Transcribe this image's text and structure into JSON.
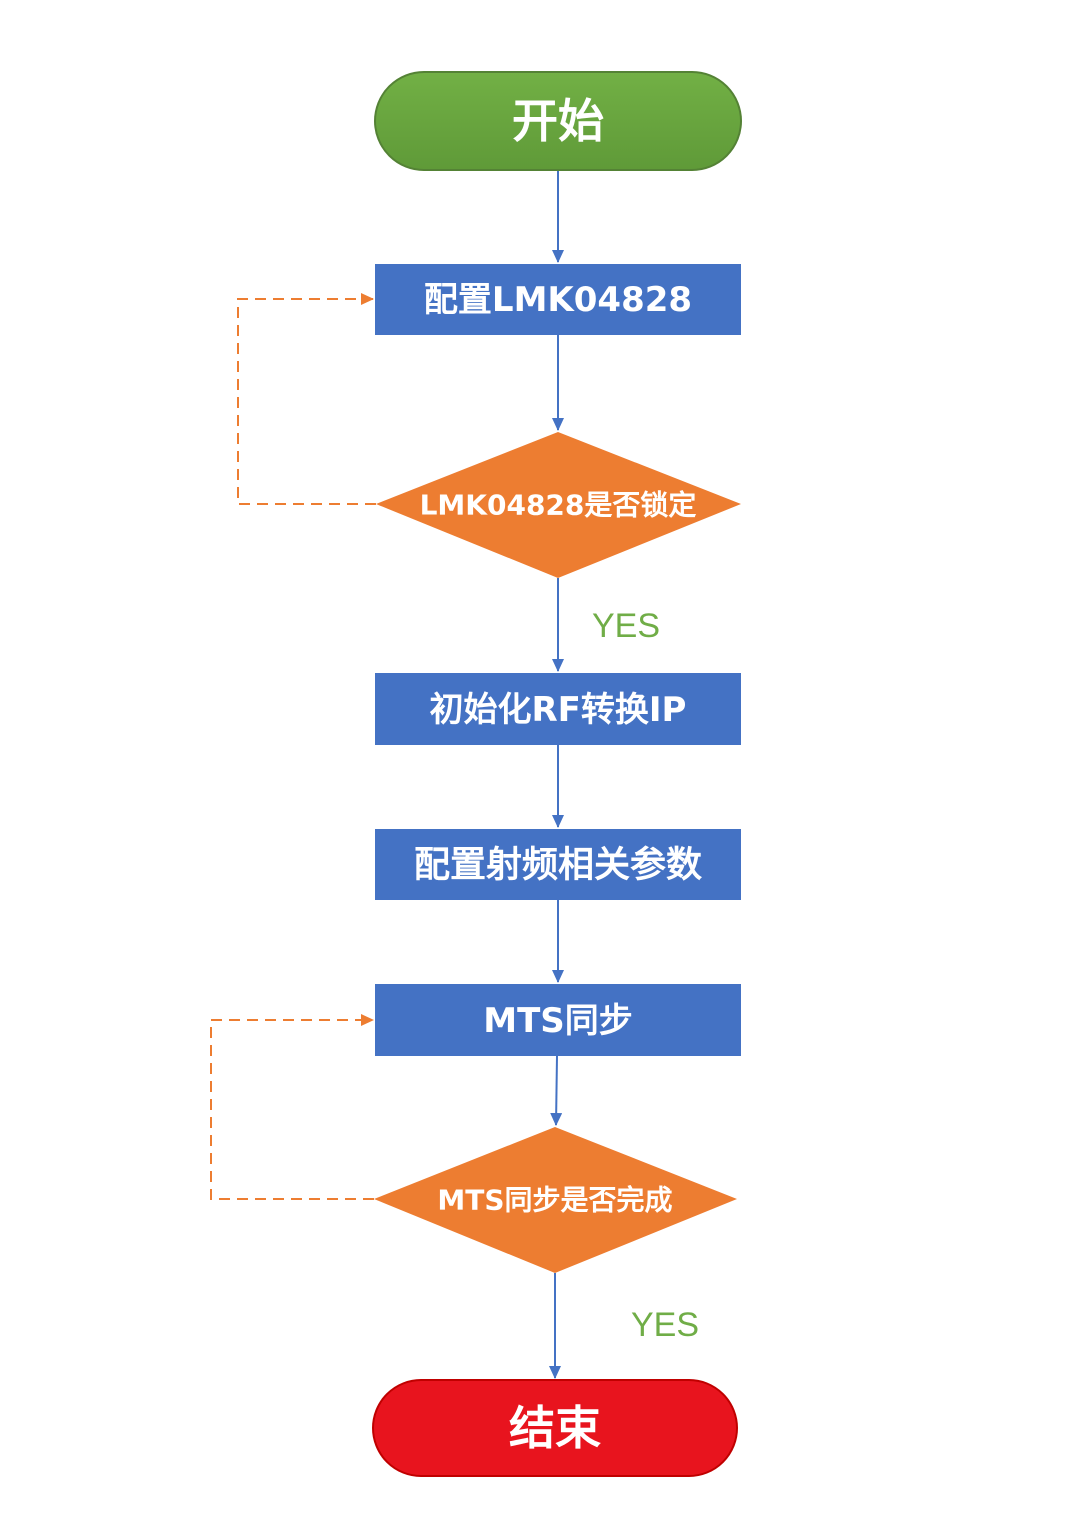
{
  "colors": {
    "start": "#69a640",
    "process": "#4472c4",
    "decision": "#ed7d31",
    "end": "#e8141e",
    "arrow": "#4472c4",
    "loop": "#ed7d31",
    "yes_text": "#70ad47"
  },
  "nodes": {
    "start": "开始",
    "configure_lmk": "配置LMK04828",
    "lmk_locked_check": "LMK04828是否锁定",
    "init_rf_ip": "初始化RF转换IP",
    "configure_rf_params": "配置射频相关参数",
    "mts_sync": "MTS同步",
    "mts_sync_check": "MTS同步是否完成",
    "end": "结束"
  },
  "edges": {
    "yes_label_1": "YES",
    "yes_label_2": "YES"
  }
}
